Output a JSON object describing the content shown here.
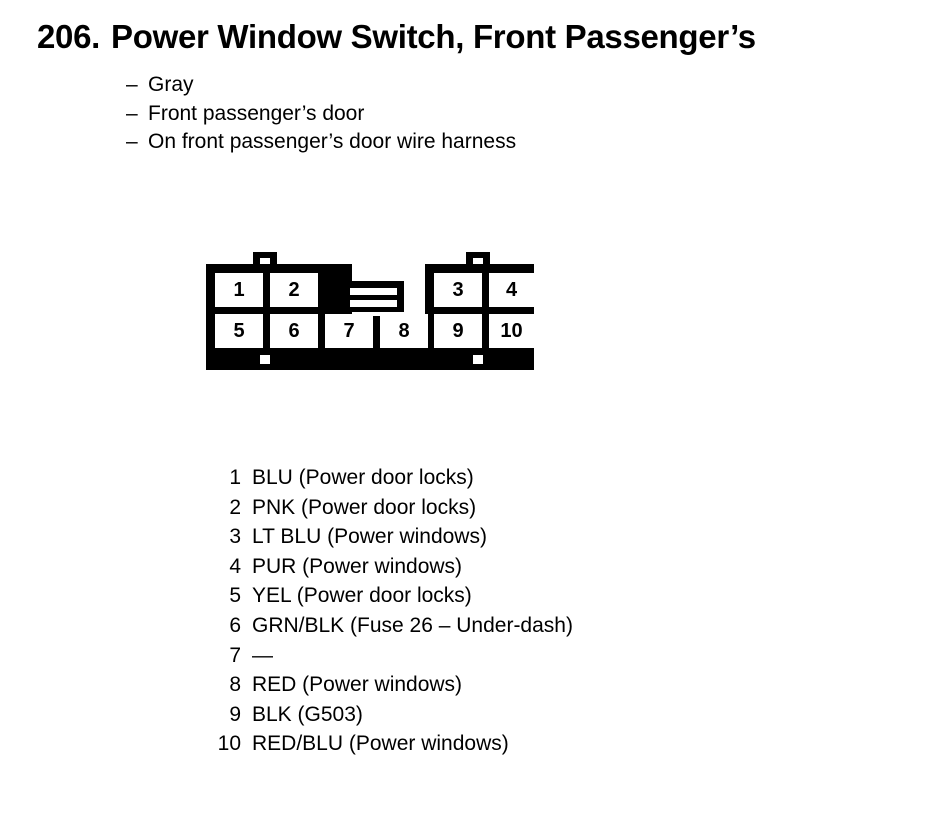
{
  "header": {
    "number": "206.",
    "title": "Power Window Switch, Front Passenger’s"
  },
  "description": {
    "dash": "–",
    "items": [
      "Gray",
      "Front passenger’s door",
      "On front passenger’s door wire harness"
    ]
  },
  "connector": {
    "type": "10-pin connector",
    "top_row": [
      "1",
      "2",
      "3",
      "4"
    ],
    "bottom_row": [
      "5",
      "6",
      "7",
      "8",
      "9",
      "10"
    ],
    "colors": {
      "body": "#000000",
      "cell": "#ffffff"
    }
  },
  "legend": {
    "rows": [
      {
        "pin": "1",
        "desc": "BLU (Power door locks)"
      },
      {
        "pin": "2",
        "desc": "PNK (Power door locks)"
      },
      {
        "pin": "3",
        "desc": "LT BLU (Power windows)"
      },
      {
        "pin": "4",
        "desc": "PUR (Power windows)"
      },
      {
        "pin": "5",
        "desc": "YEL (Power door locks)"
      },
      {
        "pin": "6",
        "desc": "GRN/BLK (Fuse 26 – Under-dash)"
      },
      {
        "pin": "7",
        "desc": "—"
      },
      {
        "pin": "8",
        "desc": "RED (Power windows)"
      },
      {
        "pin": "9",
        "desc": "BLK (G503)"
      },
      {
        "pin": "10",
        "desc": "RED/BLU (Power windows)"
      }
    ]
  }
}
